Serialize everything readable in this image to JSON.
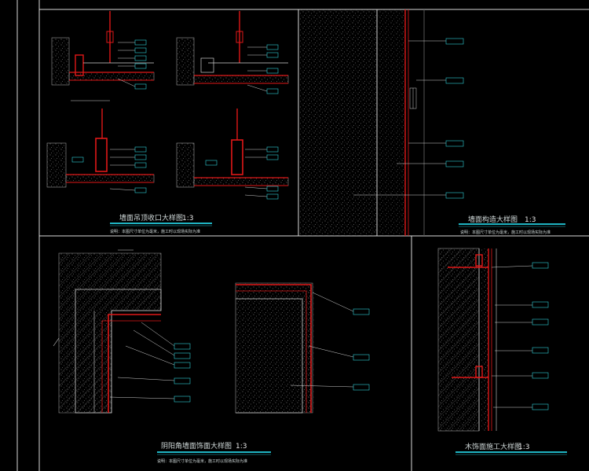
{
  "drawing": {
    "colors": {
      "background": "#000000",
      "frame": "#d9d9d9",
      "wall_hatch": "#6f6f6f",
      "finish_red": "#e01818",
      "leader_white": "#cfcfcf",
      "title_cyan": "#1fb3c2",
      "callout_cyan": "#2fd0d8",
      "note_text": "#cfd8d8"
    },
    "panels": {
      "ceiling_details": {
        "title": "墙面吊顶收口大样图",
        "scale": "1:3",
        "note": "说明：本图尺寸单位为毫米，施工时以现场实际为准"
      },
      "wall_section": {
        "title": "墙面构造大样图",
        "scale": "1:3",
        "note": "说明：本图尺寸单位为毫米，施工时以现场实际为准"
      },
      "corner_details": {
        "title": "阴阳角墙面饰面大样图",
        "scale": "1:3",
        "note": "说明：本图尺寸单位为毫米，施工时以现场实际为准"
      },
      "stone_section": {
        "title": "木饰面施工大样图",
        "scale": "1:3",
        "note": ""
      }
    }
  }
}
